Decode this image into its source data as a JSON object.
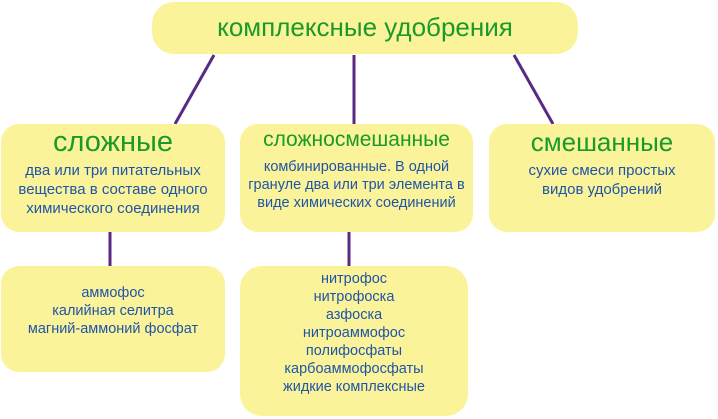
{
  "root": {
    "title": "комплексные удобрения"
  },
  "groups": [
    {
      "title": "сложные",
      "description": "два или три питательных вещества в составе одного химического соединения"
    },
    {
      "title": "сложносмешанные",
      "description": "комбинированные. В одной грануле два или три элемента в виде химических соединений"
    },
    {
      "title": "смешанные",
      "description": "сухие смеси простых видов удобрений"
    }
  ],
  "examples": [
    {
      "items": [
        "аммофос",
        "калийная селитра",
        "магний-аммоний фосфат"
      ]
    },
    {
      "items": [
        "нитрофос",
        "нитрофоска",
        "азфоска",
        "нитроаммофос",
        "полифосфаты",
        "карбоаммофосфаты",
        "жидкие комплексные"
      ]
    }
  ],
  "colors": {
    "box": "#fbf399",
    "title": "#1a9a2a",
    "text": "#1f55a8",
    "connector": "#5a2a82"
  }
}
